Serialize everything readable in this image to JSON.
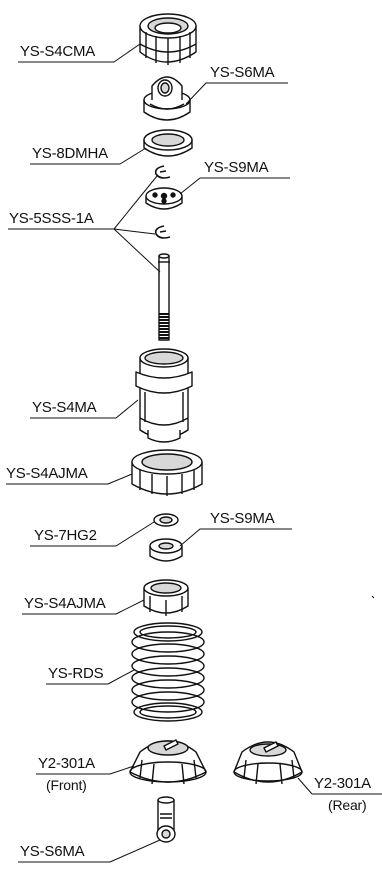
{
  "diagram": {
    "parts": {
      "top_cap": "YS-S4CMA",
      "rod_end_upper": "YS-S6MA",
      "seal_holder": "YS-8DMHA",
      "piston": "YS-S9MA",
      "shaft_set": "YS-5SSS-1A",
      "body": "YS-S4MA",
      "adjuster_nut": "YS-S4AJMA",
      "oring": "YS-7HG2",
      "lower_piston": "YS-S9MA",
      "lower_adjuster": "YS-S4AJMA",
      "spring": "YS-RDS",
      "spring_cup_front": "Y2-301A",
      "spring_cup_front_note": "(Front)",
      "spring_cup_rear": "Y2-301A",
      "spring_cup_rear_note": "(Rear)",
      "rod_end_lower": "YS-S6MA"
    },
    "colors": {
      "line": "#111111",
      "fill": "#ffffff",
      "shade": "#d8d8d8"
    }
  }
}
